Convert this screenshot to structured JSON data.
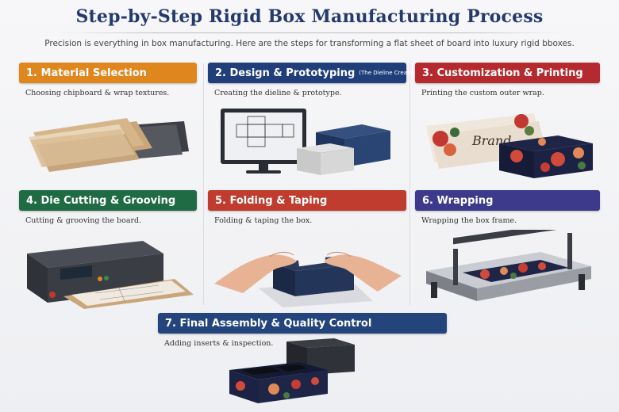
{
  "header": {
    "title": "Step-by-Step Rigid Box Manufacturing Process",
    "subtitle": "Precision is everything in box manufacturing. Here are the steps for transforming a flat sheet of board into luxury rigid bboxes."
  },
  "steps": [
    {
      "label": "1. Material Selection",
      "desc": "Choosing chipboard & wrap textures.",
      "color": "#e0861e"
    },
    {
      "label": "2. Design & Prototyping",
      "label_small": "(The Dieline Creation)",
      "desc": "Creating the dieline & prototype.",
      "color": "#203f7a"
    },
    {
      "label": "3. Customization & Printing",
      "desc": "Printing the custom outer wrap.",
      "color": "#b42a2e"
    },
    {
      "label": "4. Die Cutting & Grooving",
      "desc": "Cutting & grooving the board.",
      "color": "#1f6b44"
    },
    {
      "label": "5. Folding & Taping",
      "desc": "Folding & taping the box.",
      "color": "#bf3c2e"
    },
    {
      "label": "6. Wrapping",
      "desc": "Wrapping the box frame.",
      "color": "#3d3a8c"
    },
    {
      "label": "7. Final Assembly & Quality Control",
      "desc": "Adding inserts & inspection.",
      "color": "#23457c"
    }
  ],
  "illustrations": {
    "brand_text": "Brand"
  }
}
